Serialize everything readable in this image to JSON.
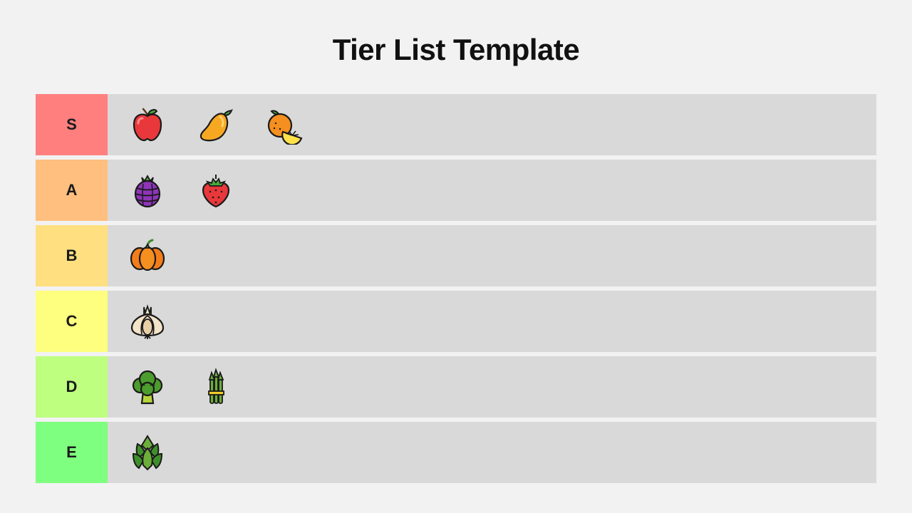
{
  "title": "Tier List Template",
  "tiers": [
    {
      "label": "S",
      "color": "#ff7f7f",
      "items": [
        "apple-icon",
        "mango-icon",
        "orange-icon"
      ]
    },
    {
      "label": "A",
      "color": "#ffbf7f",
      "items": [
        "raspberry-icon",
        "strawberry-icon"
      ]
    },
    {
      "label": "B",
      "color": "#ffdf7f",
      "items": [
        "pumpkin-icon"
      ]
    },
    {
      "label": "C",
      "color": "#ffff7f",
      "items": [
        "garlic-icon"
      ]
    },
    {
      "label": "D",
      "color": "#bfff7f",
      "items": [
        "broccoli-icon",
        "asparagus-icon"
      ]
    },
    {
      "label": "E",
      "color": "#7fff7f",
      "items": [
        "artichoke-icon"
      ]
    }
  ]
}
